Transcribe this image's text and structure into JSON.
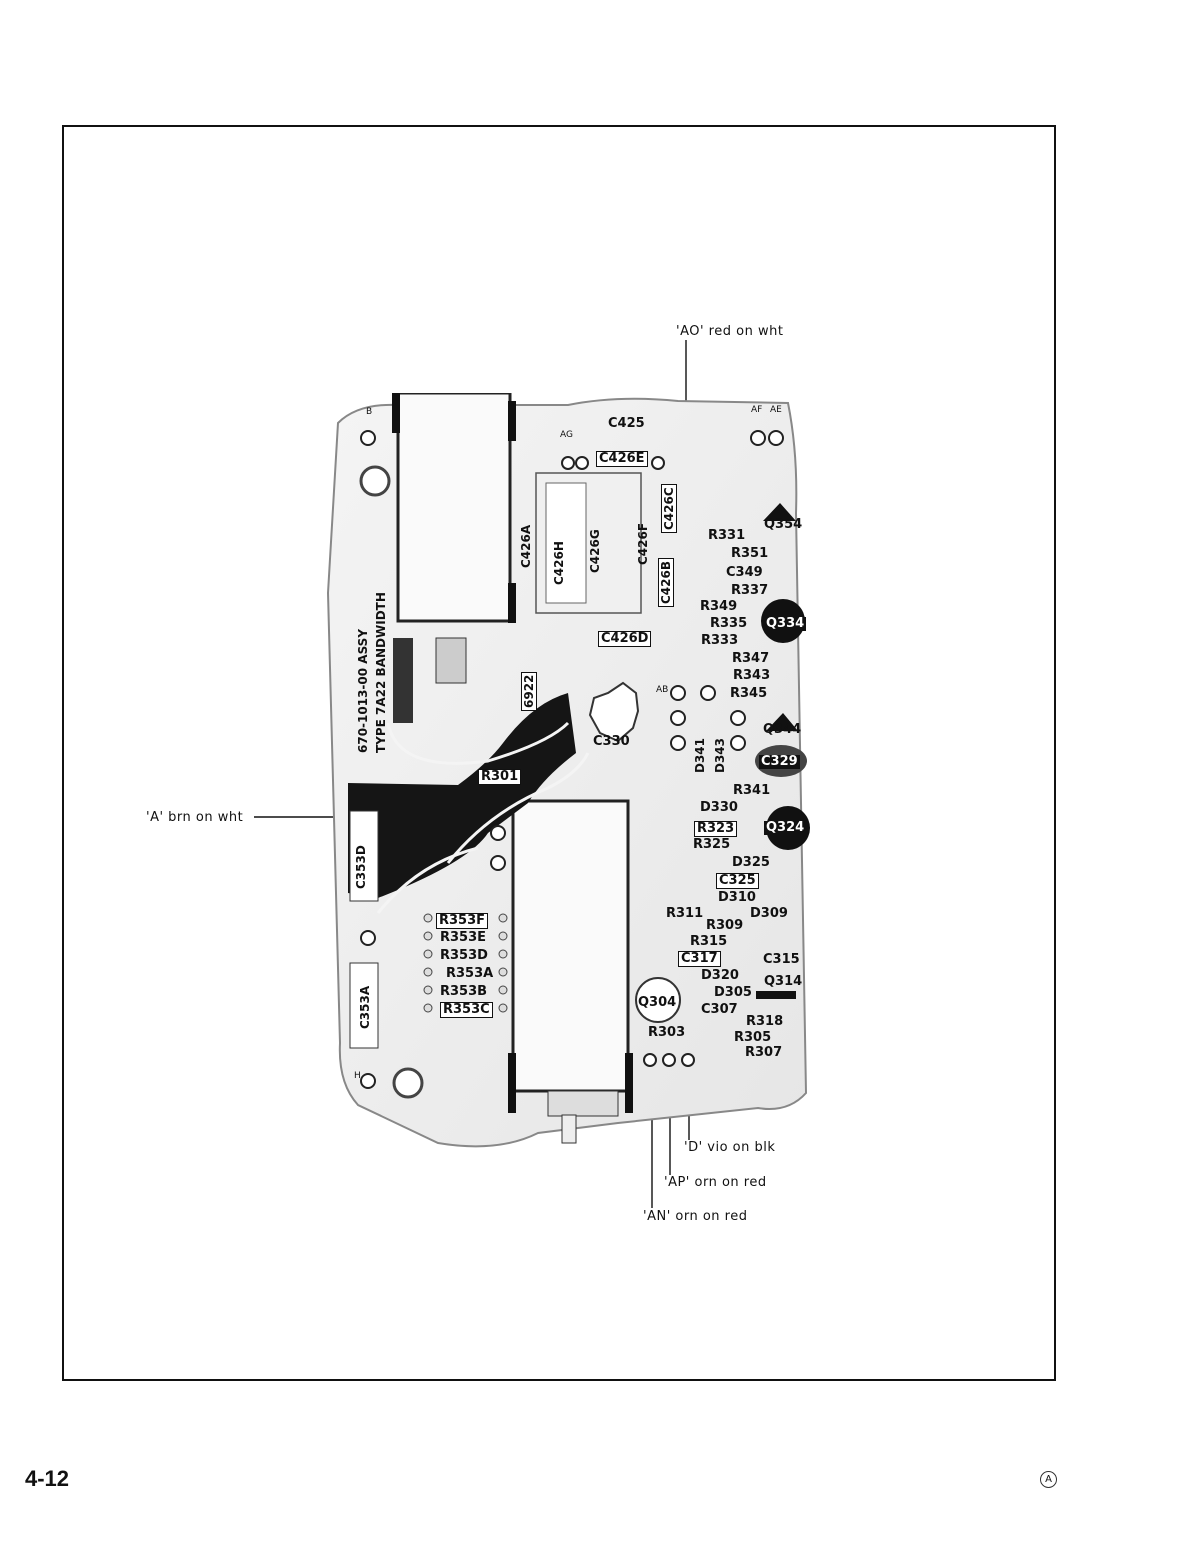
{
  "callouts": {
    "ao": "'AO' red on wht",
    "a": "'A' brn on wht",
    "d": "'D' vio on blk",
    "ap": "'AP' orn on red",
    "an": "'AN' orn on red"
  },
  "board": {
    "assy_label": "670-1013-00 ASSY",
    "type_label": "TYPE 7A22 BANDWIDTH",
    "components": {
      "c425": "C425",
      "c426e": "C426E",
      "c426c": "C426C",
      "c426a": "C426A",
      "c426h": "C426H",
      "c426g": "C426G",
      "c426f": "C426F",
      "c426b": "C426B",
      "c426d": "C426D",
      "q354": "Q354",
      "r331": "R331",
      "r351": "R351",
      "c349": "C349",
      "r337": "R337",
      "r349": "R349",
      "r335": "R335",
      "q334": "Q334",
      "r333": "R333",
      "r347": "R347",
      "r343": "R343",
      "r345": "R345",
      "c330": "C330",
      "d341": "D341",
      "d343": "D343",
      "q344": "Q344",
      "c329": "C329",
      "r301": "R301",
      "r341": "R341",
      "d330": "D330",
      "r323": "R323",
      "q324": "Q324",
      "r325": "R325",
      "d325": "D325",
      "c325": "C325",
      "d310": "D310",
      "c353d": "C353D",
      "r353f": "R353F",
      "r353e": "R353E",
      "r353d": "R353D",
      "r353a": "R353A",
      "r353b": "R353B",
      "r353c": "R353C",
      "c353a": "C353A",
      "r311": "R311",
      "d309": "D309",
      "r309": "R309",
      "r315": "R315",
      "c317": "C317",
      "c315": "C315",
      "d320": "D320",
      "q314": "Q314",
      "q304": "Q304",
      "d305": "D305",
      "c307": "C307",
      "r318": "R318",
      "r303": "R303",
      "r305": "R305",
      "r307": "R307",
      "pcb_6922": "6922"
    },
    "pin_labels": {
      "b": "B",
      "h": "H",
      "af": "AF",
      "ae": "AE",
      "ag": "AG",
      "ab": "AB"
    }
  },
  "footer": {
    "page_number": "4-12",
    "revision_mark": "A"
  }
}
